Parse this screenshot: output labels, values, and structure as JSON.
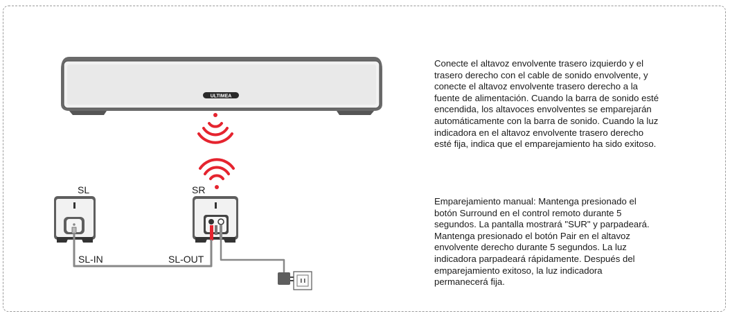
{
  "diagram": {
    "brand": "ULTIMEA",
    "label_sl": "SL",
    "label_sr": "SR",
    "label_sl_in": "SL-IN",
    "label_sl_out": "SL-OUT",
    "accent_color": "#e5242f"
  },
  "instructions": {
    "paragraph1_lines": [
      "Conecte el altavoz envolvente trasero izquierdo y el",
      "trasero derecho con el cable de sonido envolvente, y",
      "conecte el altavoz envolvente trasero derecho a la",
      "fuente de alimentación. Cuando la barra de sonido esté",
      "encendida, los altavoces envolventes se emparejarán",
      "automáticamente con la barra de sonido. Cuando la luz",
      "indicadora en el altavoz envolvente trasero derecho",
      "esté fija, indica que el emparejamiento ha sido exitoso."
    ],
    "paragraph2_lines": [
      "Emparejamiento manual: Mantenga presionado el",
      "botón Surround en el control remoto durante 5",
      "segundos. La pantalla mostrará \"SUR\" y parpadeará.",
      "Mantenga presionado el botón Pair en el altavoz",
      "envolvente derecho durante 5 segundos. La luz",
      "indicadora parpadeará rápidamente. Después del",
      "emparejamiento exitoso, la luz indicadora",
      "permanecerá fija."
    ]
  }
}
